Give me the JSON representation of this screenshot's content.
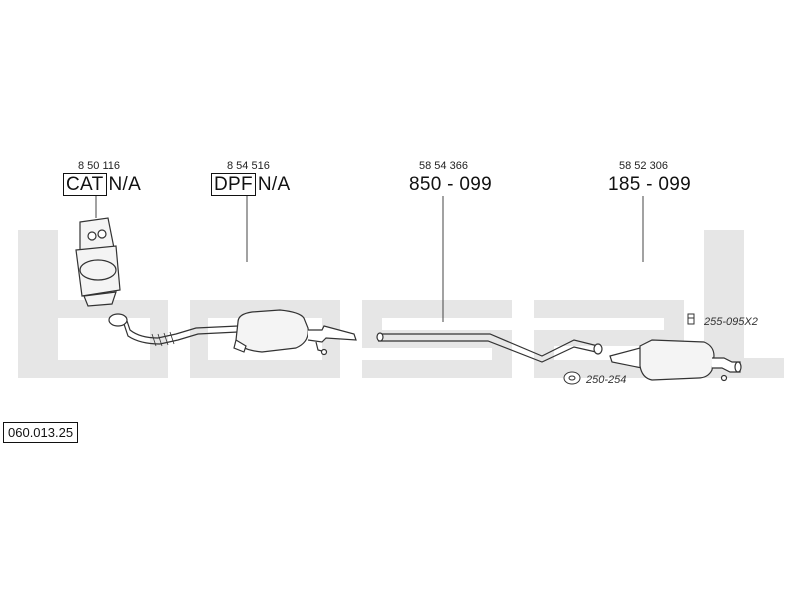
{
  "watermark": "bosal",
  "reference": "060.013.25",
  "parts": [
    {
      "oe_number": "8 50 116",
      "label_boxed": "CAT",
      "label_suffix": "N/A"
    },
    {
      "oe_number": "8 54 516",
      "label_boxed": "DPF",
      "label_suffix": "N/A"
    },
    {
      "oe_number": "58 54 366",
      "label_boxed": "",
      "label_suffix": "850 - 099"
    },
    {
      "oe_number": "58 52 306",
      "label_boxed": "",
      "label_suffix": "185 - 099"
    }
  ],
  "accessories": [
    {
      "code": "255-095X2",
      "icon": "clamp-icon"
    },
    {
      "code": "250-254",
      "icon": "rubber-hanger-icon"
    }
  ],
  "colors": {
    "watermark": "#e6e6e6",
    "line": "#444444",
    "part_fill": "#f4f4f4"
  }
}
